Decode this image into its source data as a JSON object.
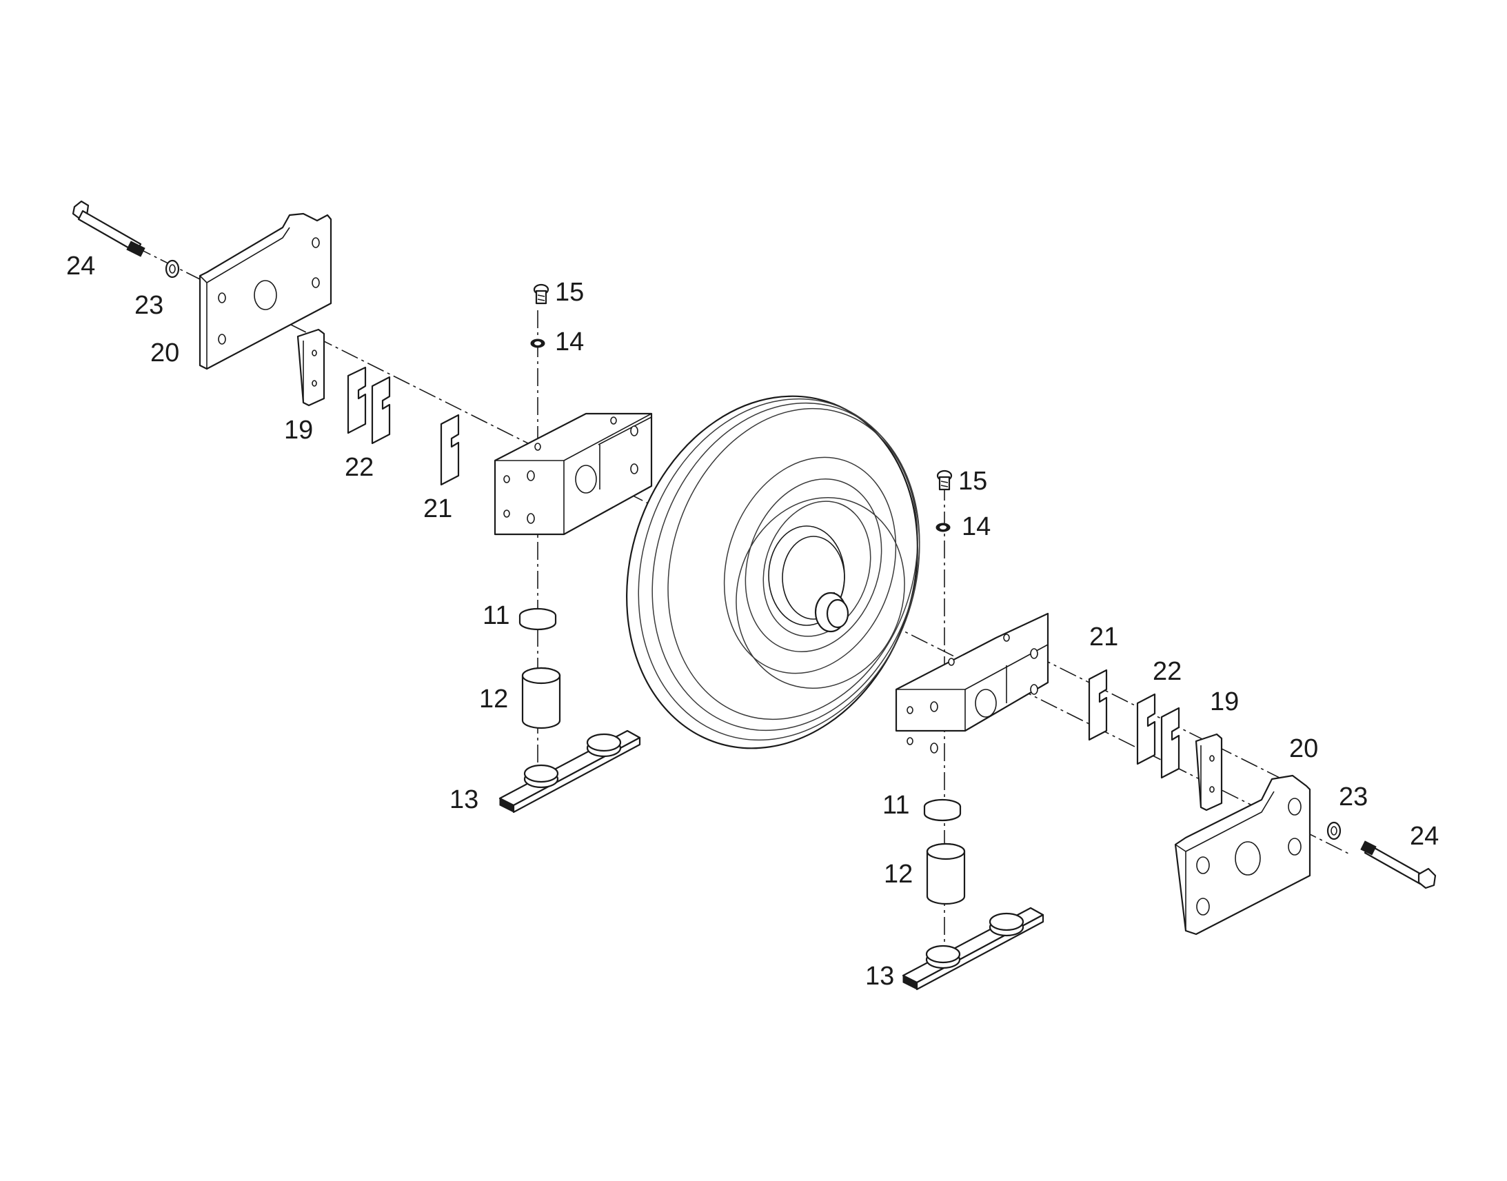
{
  "callouts": {
    "left": {
      "n24": "24",
      "n23": "23",
      "n20": "20",
      "n19": "19",
      "n22": "22",
      "n21": "21",
      "n15": "15",
      "n14": "14",
      "n11": "11",
      "n12": "12",
      "n13": "13"
    },
    "right": {
      "n15": "15",
      "n14": "14",
      "n21": "21",
      "n22": "22",
      "n19": "19",
      "n20": "20",
      "n23": "23",
      "n24": "24",
      "n11": "11",
      "n12": "12",
      "n13": "13"
    }
  },
  "colors": {
    "line": "#1a1a1a",
    "background": "#ffffff"
  }
}
